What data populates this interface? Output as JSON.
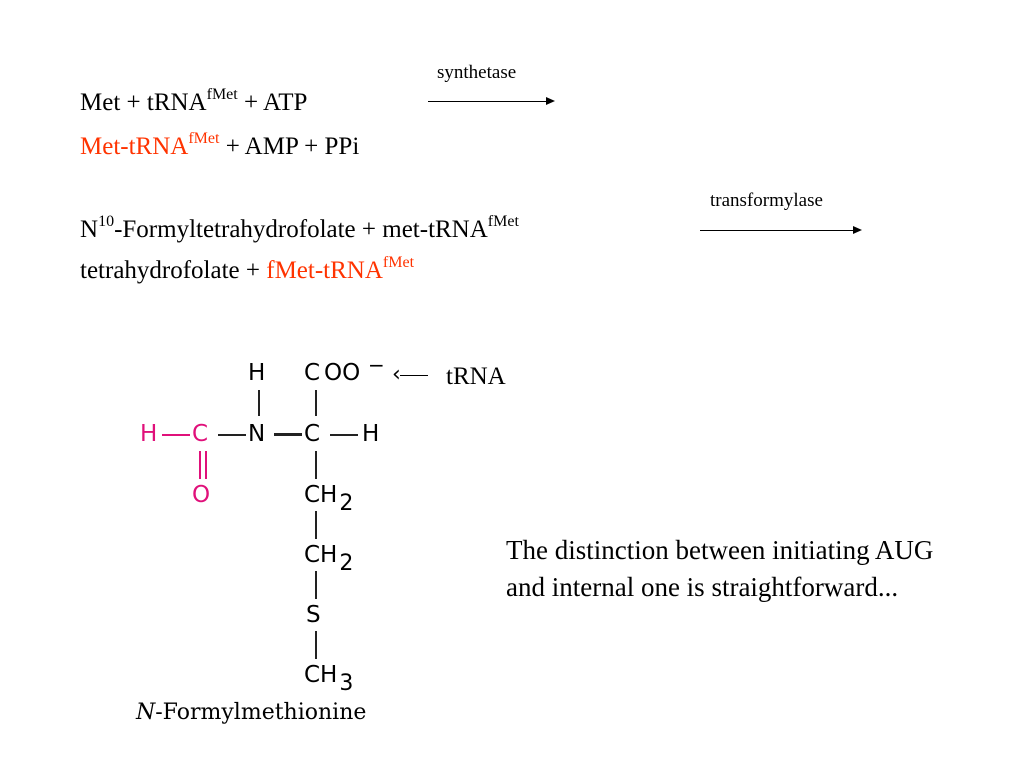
{
  "reaction1": {
    "enzyme": "synthetase",
    "line1_a": "Met + tRNA",
    "line1_sup": "fMet",
    "line1_b": " + ATP",
    "line2_red": "Met-tRNA",
    "line2_sup": "fMet",
    "line2_b": " + AMP + PPi"
  },
  "reaction2": {
    "enzyme": "transformylase",
    "line1_a": "N",
    "line1_sup1": "10",
    "line1_b": "-Formyltetrahydrofolate + met-tRNA",
    "line1_sup2": "fMet",
    "line2_a": "tetrahydrofolate + ",
    "line2_red": "fMet-tRNA",
    "line2_sup": "fMet"
  },
  "structure": {
    "atoms": {
      "H_top": "H",
      "C_carboxyl": "C",
      "OO": "OO",
      "charge": "−",
      "H_formyl": "H",
      "C_formyl": "C",
      "N": "N",
      "C_alpha": "C",
      "H_alpha": "H",
      "O_formyl": "O",
      "CH2_1_C": "CH",
      "CH2_1_n": "2",
      "CH2_2_C": "CH",
      "CH2_2_n": "2",
      "S": "S",
      "CH3_C": "CH",
      "CH3_n": "3"
    },
    "arrow_label": "tRNA",
    "caption_italic": "N",
    "caption_rest": "-Formylmethionine"
  },
  "note": "The distinction between initiating AUG and internal one is straightforward...",
  "colors": {
    "highlight_red": "#ff3300",
    "formyl_pink": "#e0107a"
  }
}
